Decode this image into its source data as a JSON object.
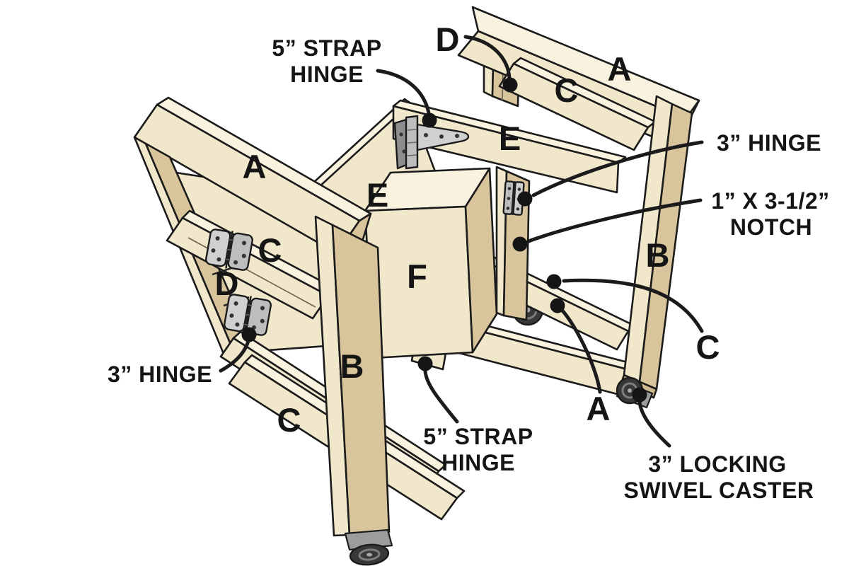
{
  "figure": {
    "part_letters": [
      {
        "id": "a-left",
        "text": "A"
      },
      {
        "id": "c-left-upper",
        "text": "C"
      },
      {
        "id": "d-left",
        "text": "D"
      },
      {
        "id": "b-left",
        "text": "B"
      },
      {
        "id": "c-left-lower",
        "text": "C"
      },
      {
        "id": "d-right-top",
        "text": "D"
      },
      {
        "id": "a-right-top",
        "text": "A"
      },
      {
        "id": "c-right-top",
        "text": "C"
      },
      {
        "id": "e-top",
        "text": "E"
      },
      {
        "id": "e-left",
        "text": "E"
      },
      {
        "id": "f-box",
        "text": "F"
      },
      {
        "id": "b-right",
        "text": "B"
      },
      {
        "id": "c-right-lower",
        "text": "C"
      },
      {
        "id": "a-right-bottom",
        "text": "A"
      }
    ],
    "callouts": [
      {
        "id": "strap-hinge-top",
        "line1": "5” STRAP",
        "line2": "HINGE"
      },
      {
        "id": "hinge-right",
        "line1": "3” HINGE",
        "line2": ""
      },
      {
        "id": "notch-right",
        "line1": "1” X 3-1/2”",
        "line2": "NOTCH"
      },
      {
        "id": "hinge-left",
        "line1": "3” HINGE",
        "line2": ""
      },
      {
        "id": "strap-hinge-bottom",
        "line1": "5” STRAP",
        "line2": "HINGE"
      },
      {
        "id": "locking-caster",
        "line1": "3” LOCKING",
        "line2": "SWIVEL CASTER"
      }
    ],
    "colors": {
      "face": "#F1E8CC",
      "top": "#F8F2DF",
      "side": "#D9C59C",
      "side_dark": "#CDB98F",
      "outline": "#1B1B1B",
      "label": "#151515",
      "hinge_light": "#D0D0D0",
      "hinge_mid": "#BDBDBD",
      "hinge_dark": "#8E8E8E",
      "caster_wheel": "#383838",
      "caster_metal": "#9C9C9C",
      "background": "#FFFFFF"
    }
  }
}
